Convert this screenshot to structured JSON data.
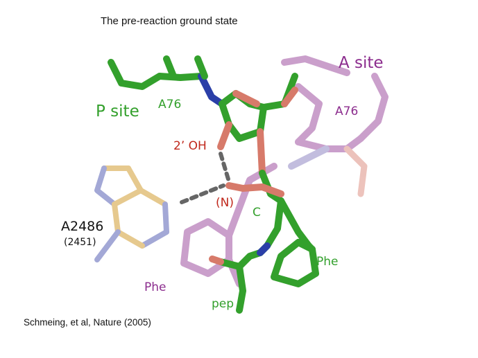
{
  "slide": {
    "title": "The pre-reaction ground state",
    "citation": "Schmeing,  et al, Nature (2005)"
  },
  "labels": {
    "a_site": "A site",
    "p_site": "P site",
    "a76_p": "A76",
    "a76_a": "A76",
    "two_oh": "2’ OH",
    "n_group": "(N)",
    "c_atom": "C",
    "a2486": "A2486",
    "a2451": "(2451)",
    "phe_green": "Phe",
    "phe_purple": "Phe",
    "pep": "pep"
  },
  "colors": {
    "green": "#33a02c",
    "purple": "#8c2d8e",
    "red": "#c0281c",
    "tan": "#e6c98e",
    "blue_n": "#2b3fa8",
    "oxygen": "#d77a6a",
    "hbond": "#666666"
  }
}
